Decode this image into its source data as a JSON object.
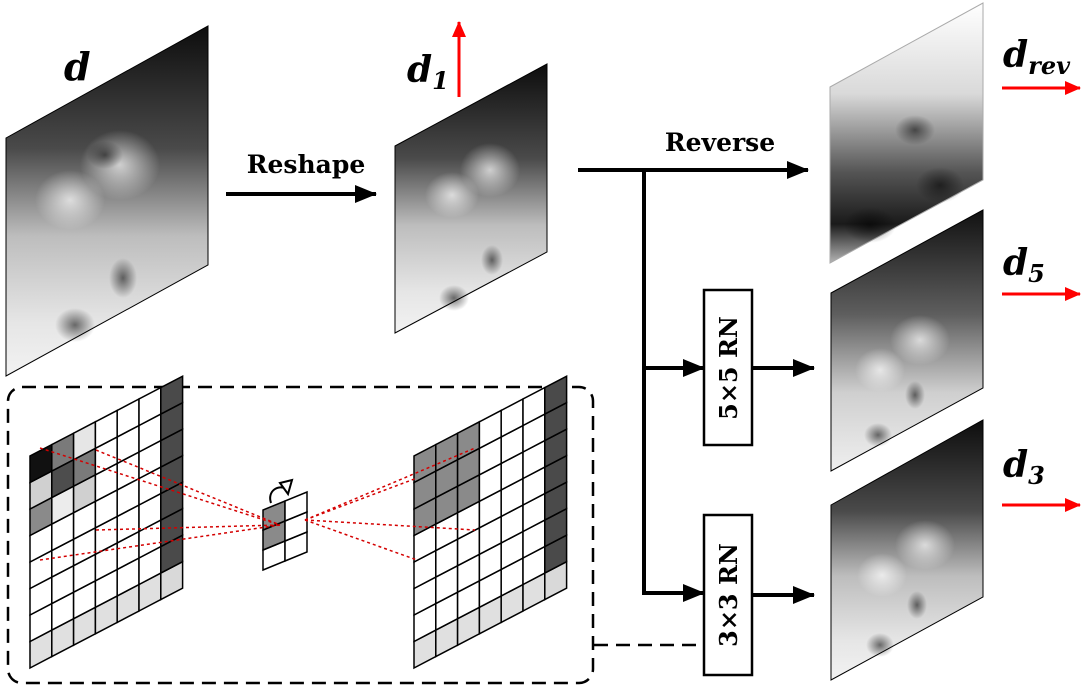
{
  "symbols": {
    "d": "d",
    "d1_base": "d",
    "d1_sub": "1",
    "drev_base": "d",
    "drev_sub": "rev",
    "d5_base": "d",
    "d5_sub": "5",
    "d3_base": "d",
    "d3_sub": "3"
  },
  "operations": {
    "reshape": "Reshape",
    "reverse": "Reverse",
    "rn5": "5×5 RN",
    "rn3": "3×3 RN"
  },
  "colors": {
    "highlight_arrow": "#ff0000",
    "line": "#000000",
    "dotted_link": "#d40000"
  }
}
